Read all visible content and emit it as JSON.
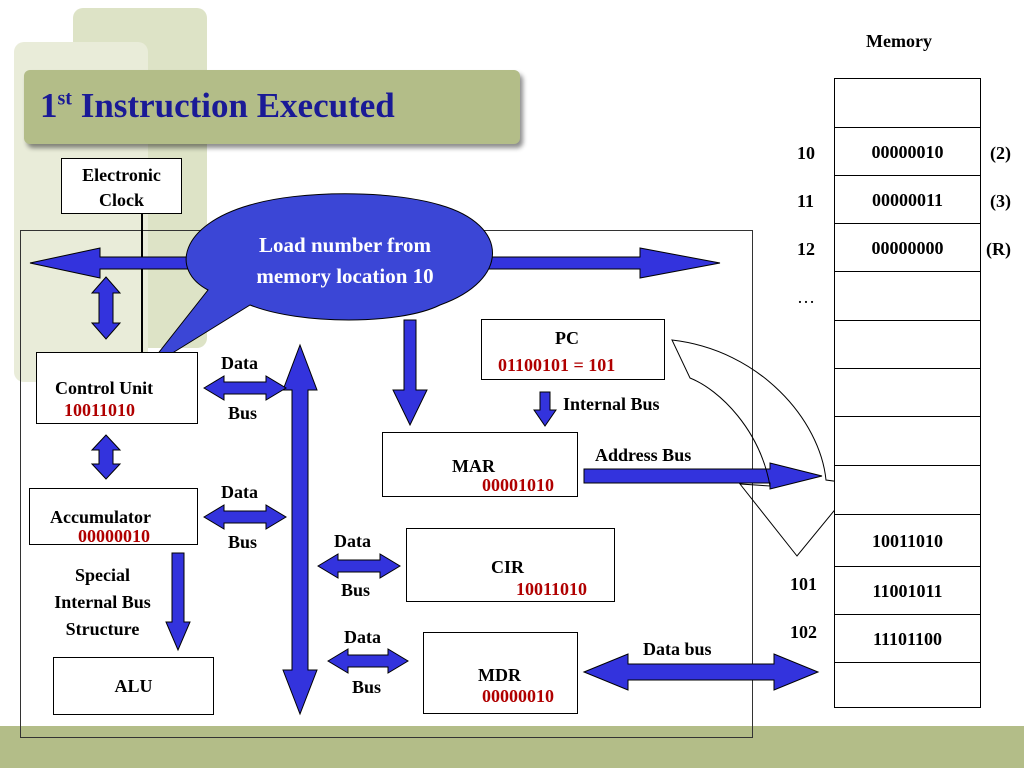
{
  "title": {
    "main": "1",
    "sup": "st",
    "rest": " Instruction Executed"
  },
  "speech_bubble": {
    "line1": "Load  number from",
    "line2": "memory location 10"
  },
  "clock": {
    "line1": "Electronic",
    "line2": "Clock"
  },
  "control_unit": {
    "label": "Control Unit",
    "value": "10011010"
  },
  "accumulator": {
    "label": "Accumulator",
    "value": "00000010"
  },
  "special_bus": {
    "line1": "Special",
    "line2": "Internal Bus",
    "line3": "Structure"
  },
  "alu": {
    "label": "ALU"
  },
  "pc": {
    "label": "PC",
    "value": "01100101 = 101"
  },
  "internal_bus": "Internal Bus",
  "mar": {
    "label": "MAR",
    "value": "00001010"
  },
  "address_bus": "Address Bus",
  "cir": {
    "label": "CIR",
    "value": "10011010"
  },
  "mdr": {
    "label": "MDR",
    "value": "00000010"
  },
  "data_bus_external": "Data bus",
  "bus_labels": {
    "data": "Data",
    "bus": "Bus"
  },
  "memory": {
    "title": "Memory",
    "rows": [
      {
        "address": "",
        "value": "",
        "note": ""
      },
      {
        "address": "10",
        "value": "00000010",
        "note": "(2)"
      },
      {
        "address": "11",
        "value": "00000011",
        "note": "(3)"
      },
      {
        "address": "12",
        "value": "00000000",
        "note": "(R)"
      },
      {
        "address": "…",
        "value": "",
        "note": ""
      },
      {
        "address": "",
        "value": "",
        "note": ""
      },
      {
        "address": "",
        "value": "",
        "note": ""
      },
      {
        "address": "",
        "value": "",
        "note": ""
      },
      {
        "address": "",
        "value": "",
        "note": ""
      },
      {
        "address": "",
        "value": "10011010",
        "note": ""
      },
      {
        "address": "101",
        "value": "11001011",
        "note": ""
      },
      {
        "address": "102",
        "value": "11101100",
        "note": ""
      },
      {
        "address": "",
        "value": "",
        "note": ""
      }
    ]
  },
  "colors": {
    "arrow": "#3333dd",
    "bubble": "#3b46d6",
    "title": "#1a1a96",
    "register_value": "#b00000",
    "accent": "#b3bd88"
  }
}
